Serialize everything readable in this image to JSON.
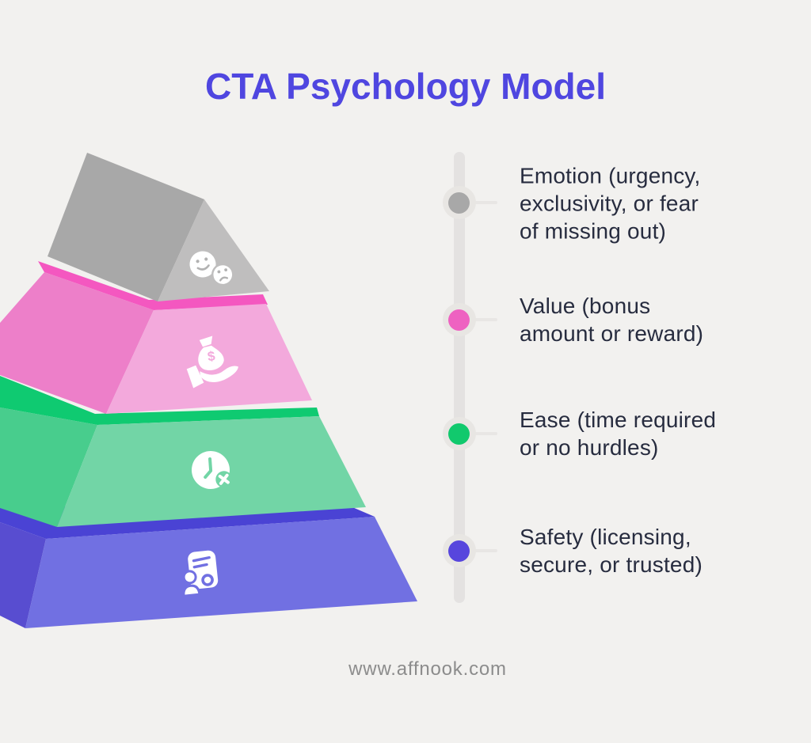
{
  "title": "CTA Psychology Model",
  "title_color": "#4f46e0",
  "footer": "www.affnook.com",
  "footer_color": "#8c8c8c",
  "background_color": "#f2f1ef",
  "text_color": "#272c3f",
  "icon_color": "#ffffff",
  "pyramid": {
    "levels": [
      {
        "name": "emotion",
        "icon": "faces-icon",
        "side": "#a8a8a8",
        "front": "#bfbebe",
        "top": "#bfbebe",
        "detail": "#b2b2b2"
      },
      {
        "name": "value",
        "icon": "money-hand-icon",
        "side": "#ed7fc9",
        "front": "#f3a9dc",
        "top": "#f457c0",
        "detail": "#f3a9dc",
        "symbol": "$"
      },
      {
        "name": "ease",
        "icon": "clock-x-icon",
        "side": "#48cd8d",
        "front": "#72d5a6",
        "top": "#0fca71",
        "detail": "#72d5a6"
      },
      {
        "name": "safety",
        "icon": "person-doc-icon",
        "side": "#584dd0",
        "front": "#7170e2",
        "top": "#4a43d4",
        "detail": "#7170e2"
      }
    ]
  },
  "timeline": {
    "track_color": "#e4e2e1",
    "halo_color": "#e8e6e3",
    "connector_color": "#e8e6e4",
    "items": [
      {
        "label": "Emotion (urgency, exclusivity, or fear of missing out)",
        "lines": [
          "Emotion (urgency,",
          "exclusivity, or fear",
          "of missing out)"
        ],
        "dot_color": "#a8a8a8"
      },
      {
        "label": "Value (bonus amount or reward)",
        "lines": [
          "Value (bonus",
          "amount or reward)"
        ],
        "dot_color": "#ee62c1"
      },
      {
        "label": "Ease (time required or no hurdles)",
        "lines": [
          "Ease (time required",
          "or no hurdles)"
        ],
        "dot_color": "#11c96d"
      },
      {
        "label": "Safety (licensing, secure, or trusted)",
        "lines": [
          "Safety (licensing,",
          "secure, or trusted)"
        ],
        "dot_color": "#5746dd"
      }
    ]
  }
}
